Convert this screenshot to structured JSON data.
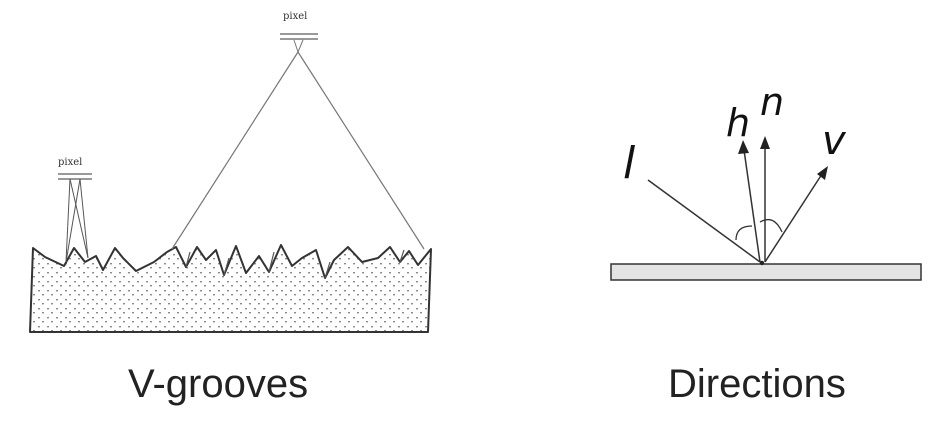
{
  "left_panel": {
    "caption": "V-grooves",
    "pixel_label_small": "pixel",
    "pixel_label_large": "pixel"
  },
  "right_panel": {
    "caption": "Directions",
    "vectors": {
      "l": "l",
      "h": "h",
      "n": "n",
      "v": "v"
    }
  },
  "colors": {
    "line": "#333333",
    "surface_fill": "#e4e4e4",
    "texture_dot": "#8a8a8a"
  }
}
